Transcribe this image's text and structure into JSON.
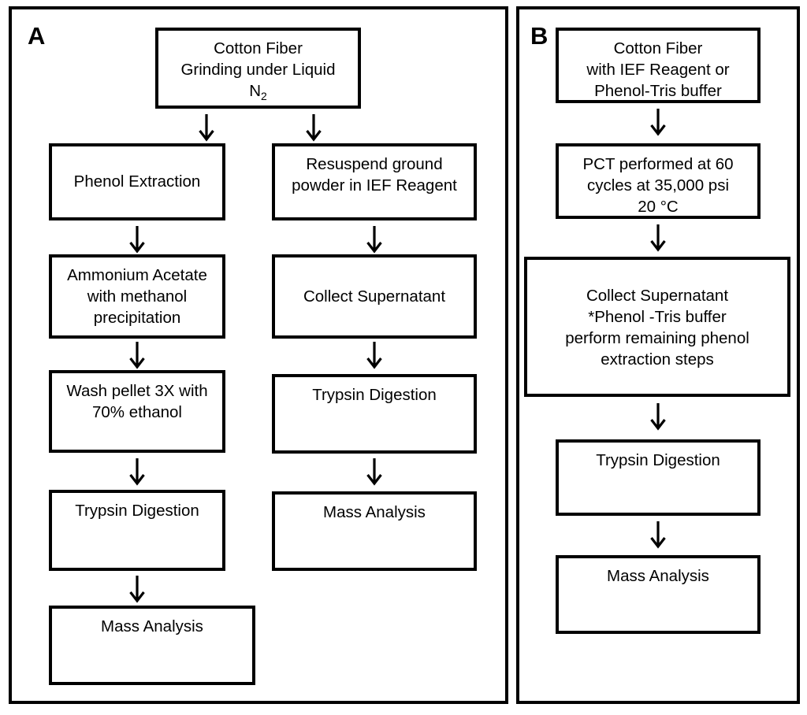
{
  "figure": {
    "type": "flowchart",
    "panels": [
      {
        "id": "A",
        "label": "A",
        "columns": [
          {
            "id": "A-left",
            "nodes": [
              {
                "id": "a-l1",
                "text": "Phenol Extraction"
              },
              {
                "id": "a-l2",
                "text": "Ammonium Acetate\nwith methanol\nprecipitation"
              },
              {
                "id": "a-l3",
                "text": "Wash pellet 3X with\n70% ethanol"
              },
              {
                "id": "a-l4",
                "text": "Trypsin Digestion"
              },
              {
                "id": "a-l5",
                "text": "Mass Analysis"
              }
            ]
          },
          {
            "id": "A-right",
            "nodes": [
              {
                "id": "a-r1",
                "text": "Resuspend ground\npowder in IEF Reagent"
              },
              {
                "id": "a-r2",
                "text": "Collect Supernatant"
              },
              {
                "id": "a-r3",
                "text": "Trypsin Digestion"
              },
              {
                "id": "a-r4",
                "text": "Mass Analysis"
              }
            ]
          }
        ],
        "start_node": {
          "id": "a-start",
          "line1": "Cotton Fiber",
          "line2": "Grinding under Liquid",
          "line3_prefix": "N",
          "line3_sub": "2"
        }
      },
      {
        "id": "B",
        "label": "B",
        "nodes": [
          {
            "id": "b-1",
            "text": "Cotton Fiber\nwith IEF Reagent or\nPhenol-Tris buffer"
          },
          {
            "id": "b-2",
            "text": "PCT performed at 60\ncycles at 35,000 psi\n20 °C"
          },
          {
            "id": "b-3",
            "text": "Collect Supernatant\n*Phenol -Tris buffer\nperform remaining phenol\nextraction steps"
          },
          {
            "id": "b-4",
            "text": "Trypsin Digestion"
          },
          {
            "id": "b-5",
            "text": "Mass Analysis"
          }
        ]
      }
    ],
    "arrow_glyph": "down-arrow",
    "colors": {
      "stroke": "#000000",
      "fill": "#ffffff",
      "text": "#000000"
    }
  }
}
